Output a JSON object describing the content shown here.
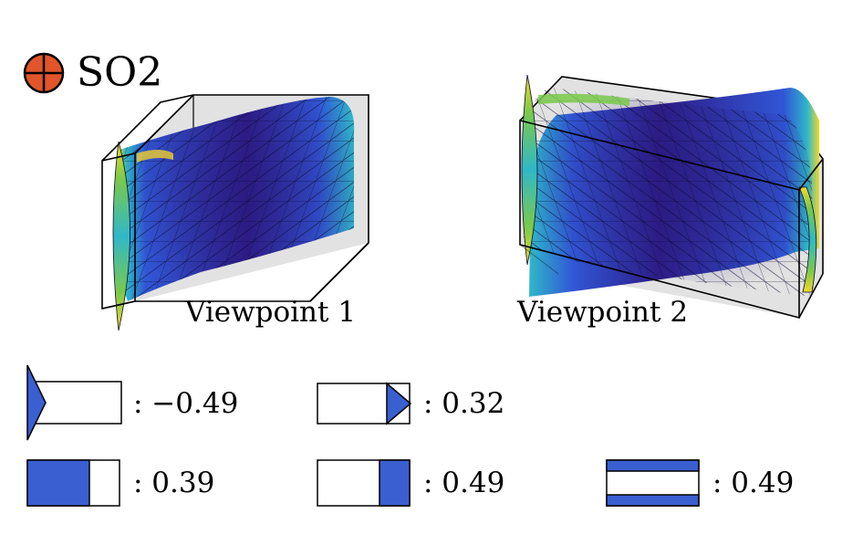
{
  "title": "SO2",
  "colors": {
    "marker": "#e0562a",
    "legend_fill": "#3a5fd0",
    "box_face": "#e2e2e2",
    "mesh_dark": "#2e1b86",
    "mesh_mid": "#3157d6",
    "mesh_cyan": "#30b8c8",
    "mesh_green": "#7ac94a",
    "mesh_yellow": "#f2d928"
  },
  "viewpoints": [
    {
      "label": "Viewpoint 1"
    },
    {
      "label": "Viewpoint 2"
    }
  ],
  "legend": [
    {
      "shape": "left-triangle",
      "value": ": −0.49"
    },
    {
      "shape": "right-triangle",
      "value": ": 0.32"
    },
    {
      "shape": "left-fill",
      "value": ": 0.39"
    },
    {
      "shape": "right-fill",
      "value": ": 0.49"
    },
    {
      "shape": "top-bottom-fill",
      "value": ": 0.49"
    }
  ]
}
